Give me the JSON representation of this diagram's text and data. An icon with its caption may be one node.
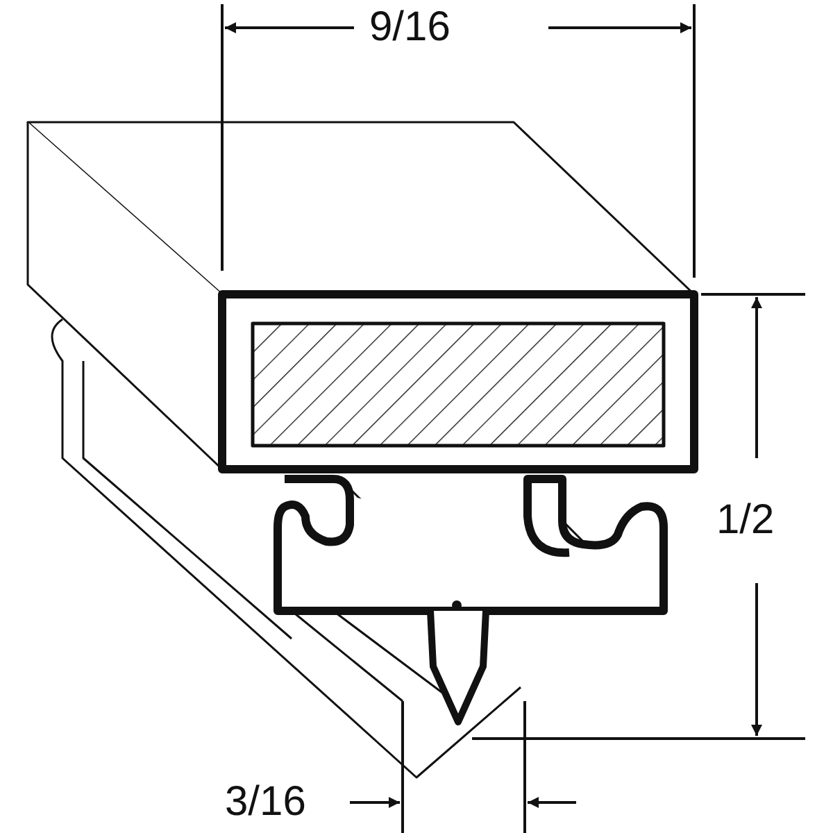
{
  "diagram": {
    "labels": [
      "9/16",
      "1/2",
      "3/16"
    ]
  }
}
